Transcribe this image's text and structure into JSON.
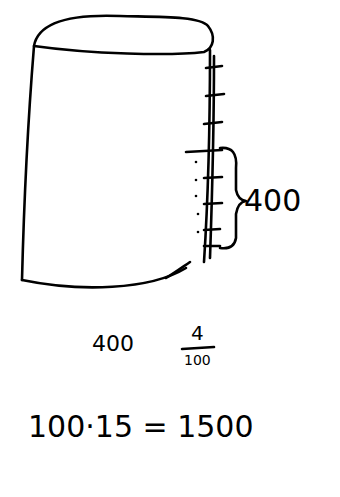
{
  "diagram": {
    "labels": [
      "400",
      "400",
      "4",
      "100",
      "100·15 = 1500"
    ]
  }
}
